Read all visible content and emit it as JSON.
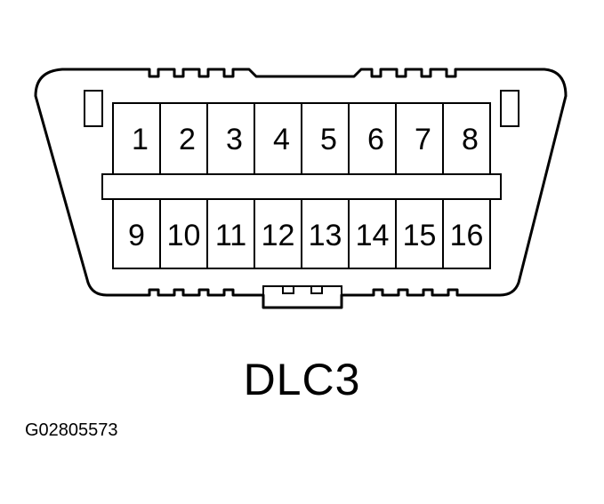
{
  "connector": {
    "label": "DLC3",
    "reference_code": "G02805573",
    "pins_top": [
      "1",
      "2",
      "3",
      "4",
      "5",
      "6",
      "7",
      "8"
    ],
    "pins_bottom": [
      "9",
      "10",
      "11",
      "12",
      "13",
      "14",
      "15",
      "16"
    ]
  }
}
